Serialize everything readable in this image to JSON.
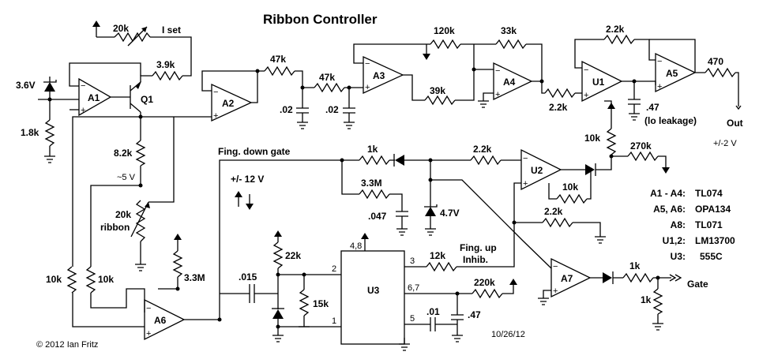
{
  "title": "Ribbon Controller",
  "copyright": "© 2012 Ian Fritz",
  "date": "10/26/12",
  "supply": "+/- 12 V",
  "output_range": "+/-2 V",
  "labels": {
    "r20k_iset": "20k",
    "iset": "I set",
    "r3_9k": "3.9k",
    "v3_6": "3.6V",
    "r1_8k": "1.8k",
    "q1": "Q1",
    "r8_2k": "8.2k",
    "v5": "~5 V",
    "r20k_ribbon": "20k",
    "ribbon": "ribbon",
    "r47k_a": "47k",
    "r47k_b": "47k",
    "c02_a": ".02",
    "c02_b": ".02",
    "r120k": "120k",
    "r33k": "33k",
    "r39k": "39k",
    "r2_2k_a": "2.2k",
    "r2_2k_b": "2.2k",
    "c47_lo": ".47",
    "lo_leak": "(lo leakage)",
    "r470": "470",
    "out": "Out",
    "r10k_u1": "10k",
    "r270k": "270k",
    "fing_down": "Fing. down gate",
    "r1k_a": "1k",
    "r2_2k_c": "2.2k",
    "r3_3M_a": "3.3M",
    "c047": ".047",
    "z4_7": "4.7V",
    "r10k_u2": "10k",
    "r2_2k_d": "2.2k",
    "r10k_a": "10k",
    "r10k_b": "10k",
    "r3_3M_b": "3.3M",
    "c015": ".015",
    "r22k": "22k",
    "r15k": "15k",
    "p48": "4,8",
    "p2": "2",
    "p1": "1",
    "p3": "3",
    "p67": "6,7",
    "p5": "5",
    "r12k": "12k",
    "fing_up1": "Fing. up",
    "fing_up2": "Inhib.",
    "r220k": "220k",
    "c01": ".01",
    "c47": ".47",
    "r1k_b": "1k",
    "r1k_c": "1k",
    "gate": "Gate"
  },
  "opamps": {
    "a1": "A1",
    "a2": "A2",
    "a3": "A3",
    "a4": "A4",
    "u1": "U1",
    "a5": "A5",
    "u2": "U2",
    "a6": "A6",
    "a7": "A7",
    "u3": "U3"
  },
  "parts_list": [
    {
      "ref": "A1 - A4:",
      "part": "TL074"
    },
    {
      "ref": "A5, A6:",
      "part": "OPA134"
    },
    {
      "ref": "A8:",
      "part": "TL071"
    },
    {
      "ref": "U1,2:",
      "part": "LM13700"
    },
    {
      "ref": "U3:",
      "part": "555C"
    }
  ]
}
